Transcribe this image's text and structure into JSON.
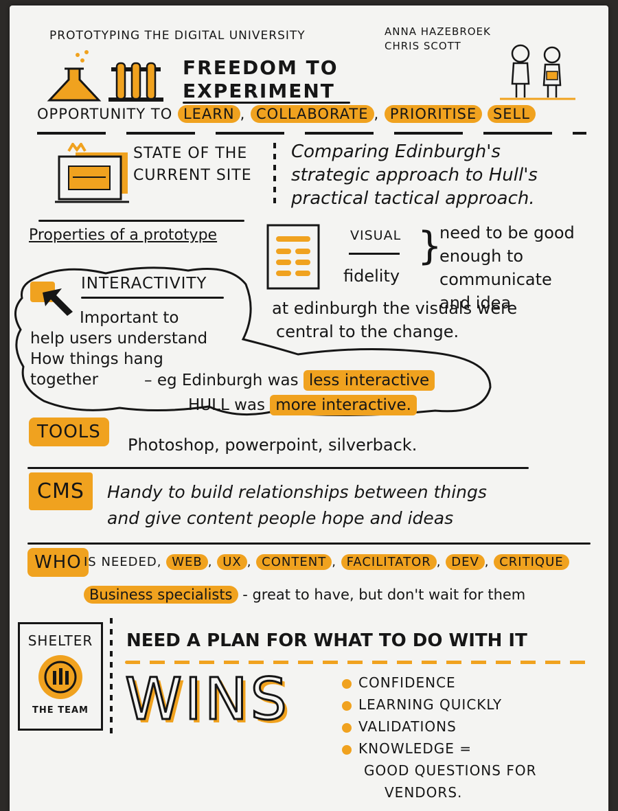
{
  "header": {
    "event": "PROTOTYPING THE DIGITAL UNIVERSITY",
    "speaker_1": "ANNA HAZEBROEK",
    "speaker_2": "CHRIS SCOTT",
    "title_line_1": "FREEDOM TO",
    "title_line_2": "EXPERIMENT"
  },
  "opportunity": {
    "lead": "OPPORTUNITY TO",
    "items": [
      "LEARN",
      "COLLABORATE",
      "PRIORITISE",
      "SELL"
    ]
  },
  "state": {
    "heading_1": "STATE OF THE",
    "heading_2": "CURRENT SITE",
    "note_1": "Comparing Edinburgh's",
    "note_2": "strategic approach to Hull's",
    "note_3": "practical tactical approach."
  },
  "properties": {
    "heading": "Properties of a prototype",
    "visual": "VISUAL",
    "fidelity": "fidelity",
    "brace_1": "need to be good",
    "brace_2": "enough to communicate",
    "brace_3": "and idea",
    "edinburgh_1": "at edinburgh the visuals were",
    "edinburgh_2": "central to the change."
  },
  "interactivity": {
    "heading": "INTERACTIVITY",
    "line_1": "Important to",
    "line_2": "help users understand",
    "line_3": "How things hang",
    "line_4": "together",
    "eg_1": "eg Edinburgh was",
    "eg_1_hl": "less interactive",
    "eg_2": "HULL was",
    "eg_2_hl": "more interactive."
  },
  "tools": {
    "label": "TOOLS",
    "text": "Photoshop, powerpoint, silverback."
  },
  "cms": {
    "label": "CMS",
    "line_1": "Handy to build relationships between things",
    "line_2": "and give content people hope and ideas"
  },
  "who": {
    "label": "WHO",
    "lead": "is NEEDED",
    "roles": [
      "WEB",
      "UX",
      "CONTENT",
      "FACILITATOR",
      "DEV",
      "CRITIQUE"
    ],
    "specialists": "Business specialists",
    "specialists_note": "- great to have, but don't wait for them"
  },
  "shelter": {
    "top": "SHELTER",
    "bottom": "THE TEAM"
  },
  "plan": "NEED A PLAN FOR WHAT TO DO WITH IT",
  "wins": {
    "label": "WINS",
    "items": [
      "CONFIDENCE",
      "LEARNING QUICKLY",
      "VALIDATIONS",
      "KNOWLEDGE ="
    ],
    "tail_1": "GOOD QUESTIONS FOR",
    "tail_2": "VENDORS."
  }
}
